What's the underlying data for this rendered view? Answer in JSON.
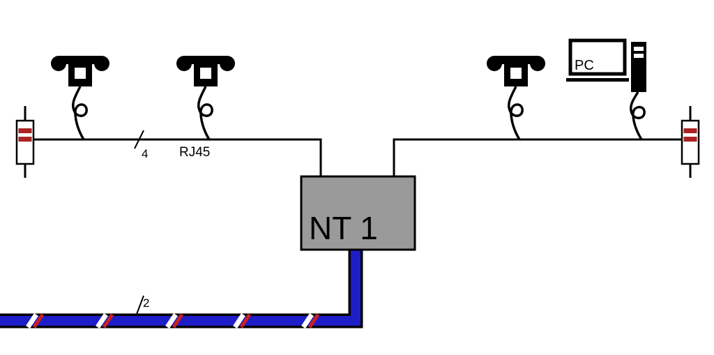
{
  "diagram": {
    "labels": {
      "nt1": "NT 1",
      "pc": "PC",
      "s_bus_wire_count": "4",
      "s_bus_connector": "RJ45",
      "u_loop_wire_count": "2"
    },
    "colors": {
      "line": "#000000",
      "cable_blue": "#1e1ec8",
      "stripe_red": "#cc1f1f",
      "stripe_white": "#ffffff",
      "resistor_stripe": "#aa2222",
      "nt_box_fill": "#9a9a9a"
    },
    "nodes": [
      {
        "type": "bus-terminator",
        "position": "left"
      },
      {
        "type": "telephone",
        "position": "bus-left-1"
      },
      {
        "type": "telephone",
        "position": "bus-left-2"
      },
      {
        "type": "network-termination",
        "label": "NT 1"
      },
      {
        "type": "telephone",
        "position": "bus-right-1"
      },
      {
        "type": "pc",
        "label": "PC"
      },
      {
        "type": "bus-terminator",
        "position": "right"
      }
    ],
    "connections": [
      {
        "name": "s-bus",
        "wires": "4",
        "connector": "RJ45"
      },
      {
        "name": "u-interface-cable",
        "wires": "2"
      }
    ]
  }
}
